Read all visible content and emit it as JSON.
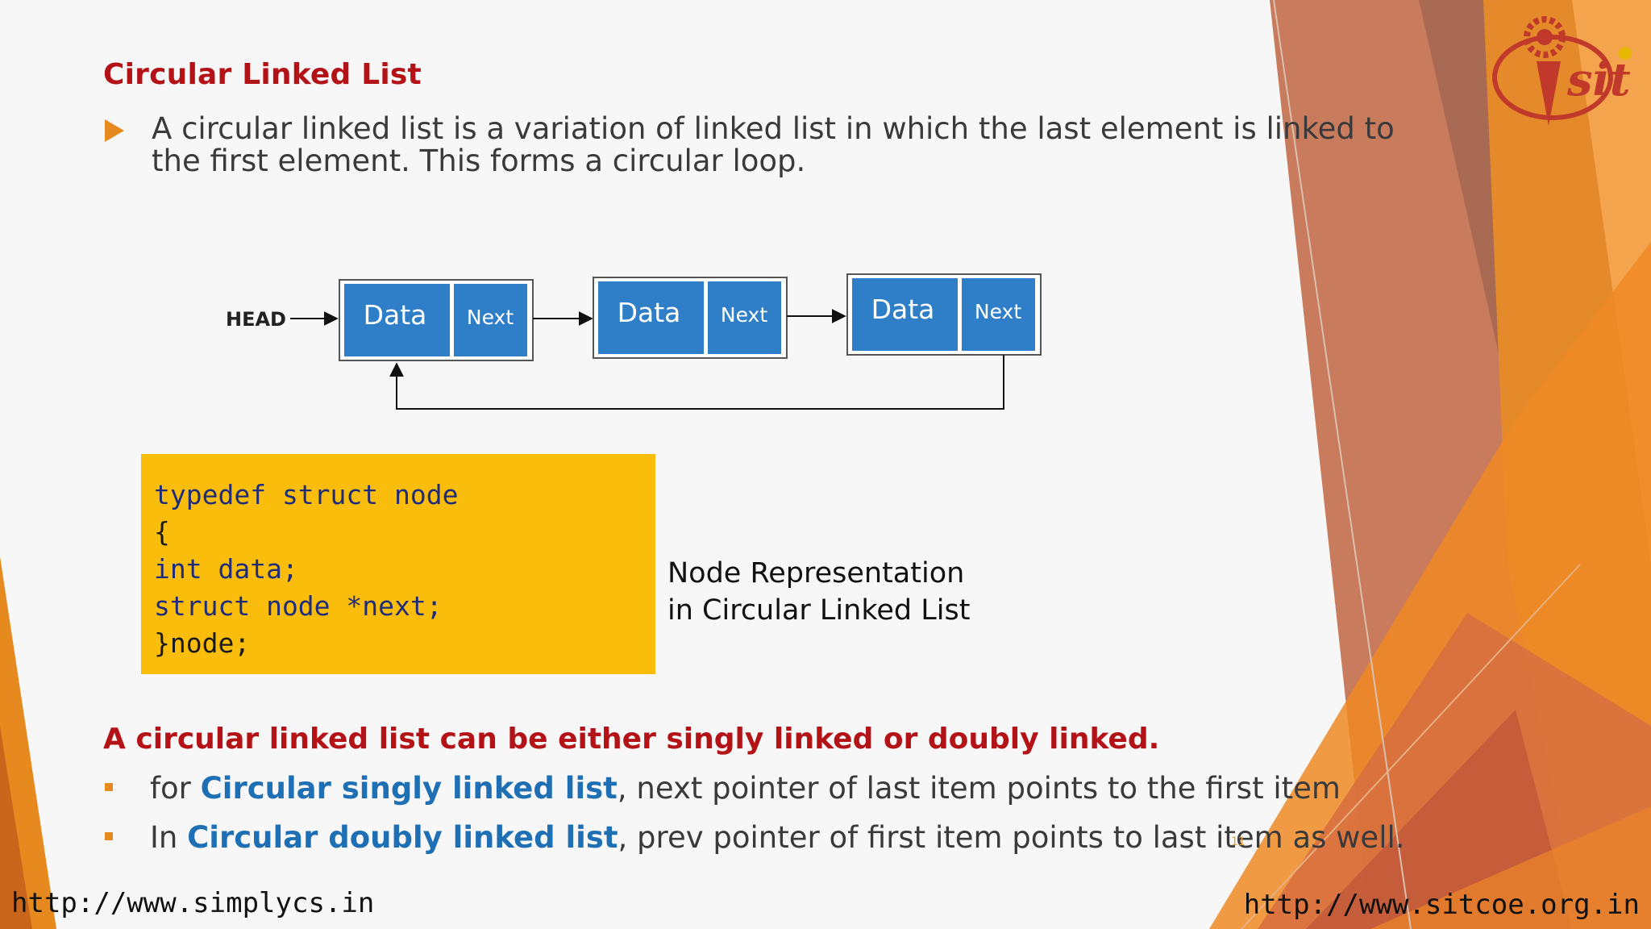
{
  "slide": {
    "title": "Circular Linked List",
    "intro": "A circular linked list is a variation of linked list in which the last element is linked to the first element. This forms a circular loop.",
    "diagram": {
      "head_label": "HEAD",
      "nodes": [
        {
          "data": "Data",
          "next": "Next"
        },
        {
          "data": "Data",
          "next": "Next"
        },
        {
          "data": "Data",
          "next": "Next"
        }
      ]
    },
    "code": {
      "line1": "typedef struct node",
      "line2": "{",
      "line3": "int data;",
      "line4": "struct node *next;",
      "line5": "}node;"
    },
    "caption": "Node Representation in Circular Linked List",
    "subheading": "A circular linked list can be either singly linked or doubly linked.",
    "bullets": [
      {
        "pre": "for ",
        "highlight": "Circular singly linked list",
        "post": ", next pointer of last item points to the first item"
      },
      {
        "pre": "In ",
        "highlight": "Circular doubly linked list",
        "post": ", prev pointer of first item points to last item as well."
      }
    ],
    "page_number": "11",
    "footer_left": "http://www.simplycs.in",
    "footer_right": "http://www.sitcoe.org.in",
    "logo_text": "sit"
  },
  "colors": {
    "title_red": "#b31217",
    "accent_orange": "#e68a1f",
    "link_blue": "#1f6fb5",
    "node_blue": "#2f7fc8",
    "code_yellow": "#fbbd0c"
  }
}
